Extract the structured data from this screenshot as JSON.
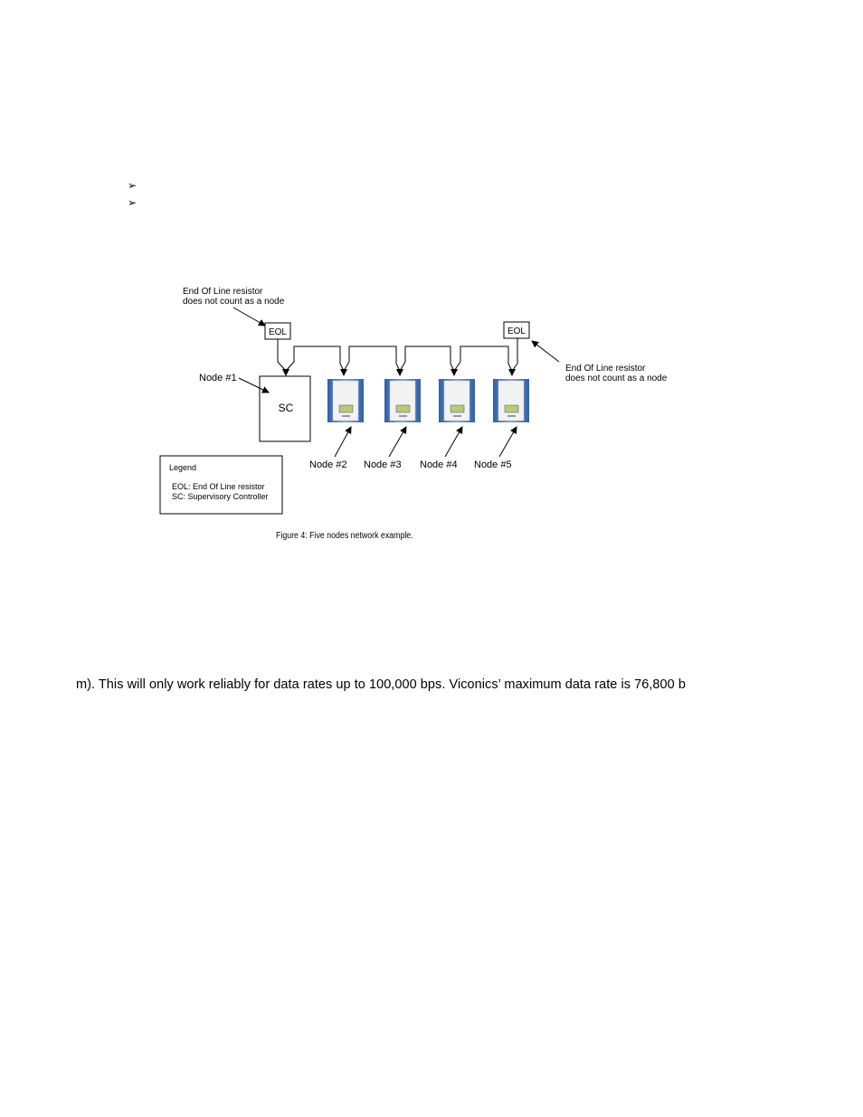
{
  "bullets": [
    "➢",
    "➢"
  ],
  "diagram": {
    "eol_note_left": [
      "End Of Line resistor",
      "does not count as a node"
    ],
    "eol_note_right": [
      "End Of Line resistor",
      "does not count as a node"
    ],
    "eol_left_label": "EOL",
    "eol_right_label": "EOL",
    "sc_label": "SC",
    "node1_label": "Node #1",
    "node_labels": [
      "Node #2",
      "Node #3",
      "Node #4",
      "Node #5"
    ],
    "legend": {
      "title": "Legend",
      "eol": "EOL: End Of Line resistor",
      "sc": "SC: Supervisory Controller"
    }
  },
  "caption": "Figure 4: Five nodes network example.",
  "body_text": "m). This will only work reliably for data rates up to 100,000 bps. Viconics’ maximum data rate is 76,800 b",
  "colors": {
    "device_blue": "#4f7fc0",
    "device_panel": "#f2f2f2",
    "lcd_green": "#b9c97a"
  }
}
